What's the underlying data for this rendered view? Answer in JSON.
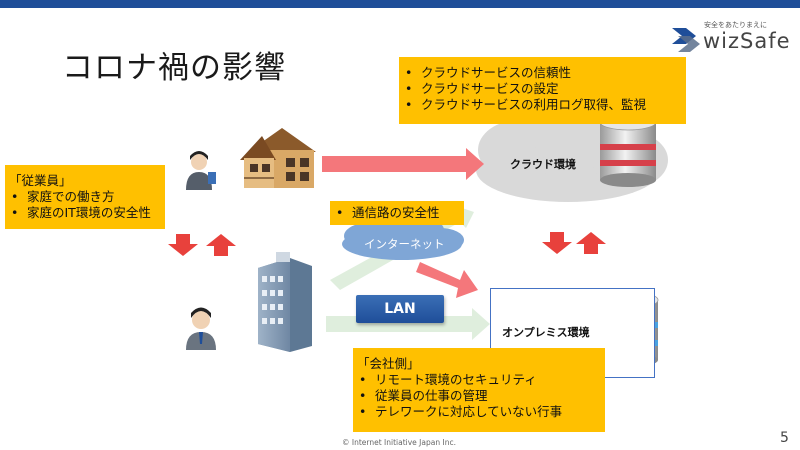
{
  "slide": {
    "title": "コロナ禍の影響",
    "page_number": "5",
    "copyright": "Internet Initiative Japan Inc."
  },
  "logo": {
    "tagline": "安全をあたりまえに",
    "name": "wizSafe"
  },
  "cloud_callout": {
    "items": [
      "クラウドサービスの信頼性",
      "クラウドサービスの設定",
      "クラウドサービスの利用ログ取得、監視"
    ]
  },
  "employee_callout": {
    "heading": "「従業員」",
    "items": [
      "家庭での働き方",
      "家庭のIT環境の安全性"
    ]
  },
  "network_callout": {
    "items": [
      "通信路の安全性"
    ]
  },
  "company_callout": {
    "heading": "「会社側」",
    "items": [
      "リモート環境のセキュリティ",
      "従業員の仕事の管理",
      "テレワークに対応していない行事"
    ]
  },
  "labels": {
    "cloud": "クラウド環境",
    "internet": "インターネット",
    "lan": "LAN",
    "onprem": "オンプレミス環境"
  },
  "colors": {
    "accent_bar": "#1f4e99",
    "callout": "#ffc000",
    "arrow_red": "#f4777b",
    "arrow_green": "#dfeedd",
    "box_border": "#4472c4"
  }
}
